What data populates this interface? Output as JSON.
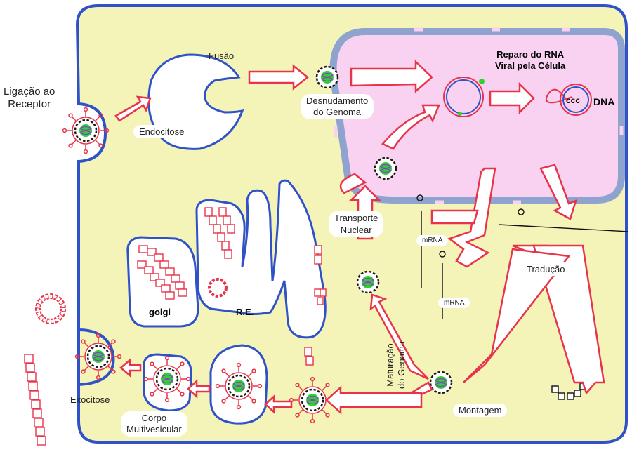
{
  "diagram": {
    "labels": {
      "receptor_binding": "Ligação ao\nReceptor",
      "fusion": "Fusão",
      "endocytosis": "Endocitose",
      "uncoating": "Desnudamento\ndo Genoma",
      "rna_repair": "Reparo do RNA\nViral pela Célula",
      "ccc": "ccc",
      "dna": "DNA",
      "nuclear_transport": "Transporte\nNuclear",
      "mrna_1": "mRNA",
      "mrna_2": "mRNA",
      "translation": "Tradução",
      "golgi": "golgi",
      "er": "R.E.",
      "genome_maturation": "Maturação\ndo Genoma",
      "assembly": "Montagem",
      "mvb": "Corpo\nMultivesicular",
      "exocytosis": "Exocitose"
    },
    "colors": {
      "cytoplasm": "#f4f4b8",
      "membrane": "#2f52c8",
      "nucleus": "#f9d2f1",
      "nuclear_envelope": "#8fa3cf",
      "virus_spike": "#e8334a",
      "capsid": "#1a1a1a",
      "genome": "#2fd22f"
    }
  }
}
